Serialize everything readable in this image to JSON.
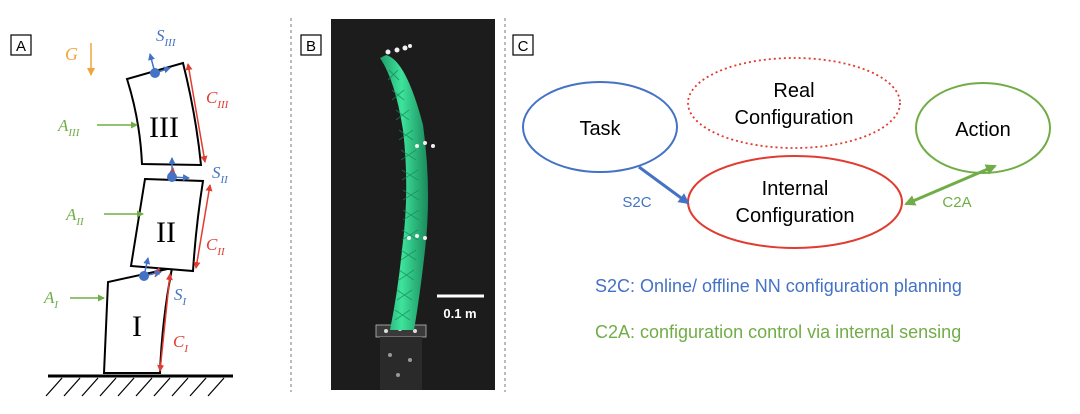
{
  "colors": {
    "blue": "#4472c4",
    "green": "#70ad47",
    "red": "#e03c31",
    "orange": "#f0a53a",
    "black": "#000000",
    "photo_bg": "#1c1c1c",
    "robot_green": "#2ecc8a"
  },
  "panel_a": {
    "tag": "A",
    "gravity": {
      "base": "G"
    },
    "sections": [
      {
        "numeral": "III",
        "action": {
          "base": "A",
          "sub": "III"
        },
        "config": {
          "base": "C",
          "sub": "III"
        },
        "sensor": {
          "base": "S",
          "sub": "III"
        }
      },
      {
        "numeral": "II",
        "action": {
          "base": "A",
          "sub": "II"
        },
        "config": {
          "base": "C",
          "sub": "II"
        },
        "sensor": {
          "base": "S",
          "sub": "II"
        }
      },
      {
        "numeral": "I",
        "action": {
          "base": "A",
          "sub": "I"
        },
        "config": {
          "base": "C",
          "sub": "I"
        },
        "sensor": {
          "base": "S",
          "sub": "I"
        }
      }
    ]
  },
  "panel_b": {
    "tag": "B",
    "scale_label": "0.1 m"
  },
  "panel_c": {
    "tag": "C",
    "nodes": {
      "task": "Task",
      "real_line1": "Real",
      "real_line2": "Configuration",
      "action": "Action",
      "internal_line1": "Internal",
      "internal_line2": "Configuration"
    },
    "edges": {
      "s2c": "S2C",
      "c2a": "C2A"
    },
    "legend": {
      "s2c": "S2C: Online/ offline NN configuration planning",
      "c2a": "C2A: configuration control via internal sensing"
    }
  }
}
